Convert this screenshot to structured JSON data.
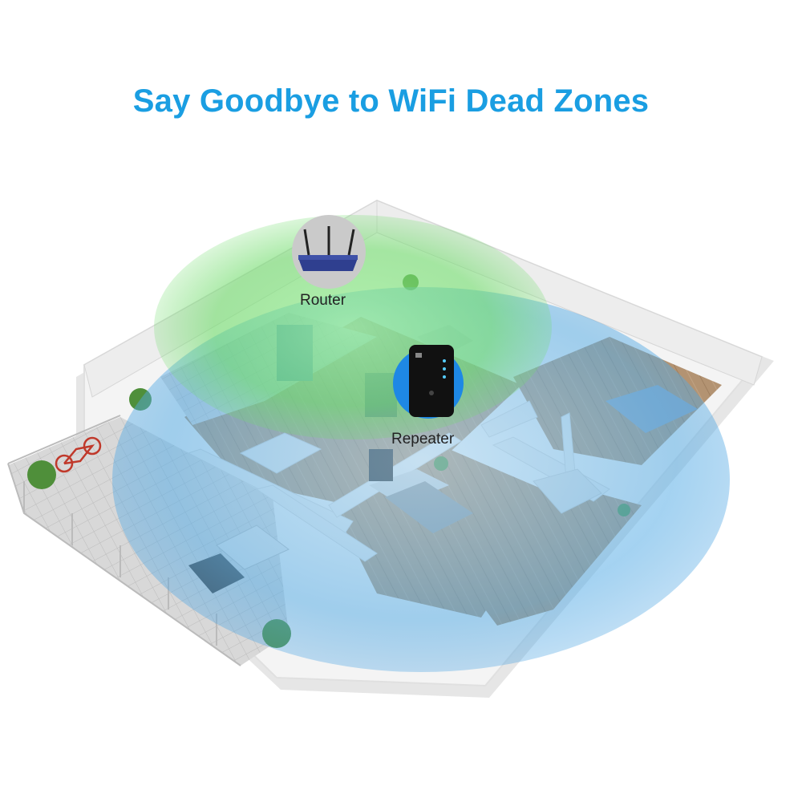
{
  "headline": "Say Goodbye to WiFi Dead Zones",
  "router_label": "Router",
  "repeater_label": "Repeater",
  "colors": {
    "headline": "#1a9ee2",
    "router_zone": "#7ee07a",
    "repeater_zone": "#6fb6ea",
    "floor": "#b08f6e",
    "wall": "#f2f2f2",
    "router_badge": "#c9c9c9",
    "repeater_badge": "#1e88e5"
  },
  "icons": [
    "router-icon",
    "repeater-icon",
    "bicycle-icon"
  ]
}
